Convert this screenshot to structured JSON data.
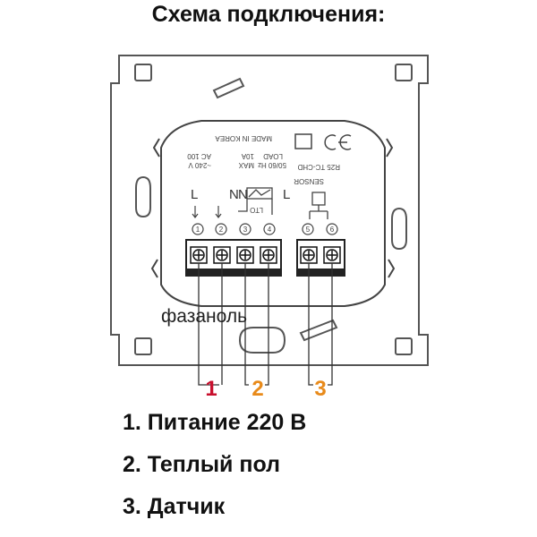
{
  "title": "Схема подключения:",
  "device_label_lines": [
    "MADE IN KOREA",
    "AC 100",
    "~240 V",
    "10A",
    "MAX",
    "LOAD",
    "50/60 Hz",
    "R25 TC-CHD",
    "SENSOR",
    "LTO"
  ],
  "terminal_letters": [
    "L",
    "N",
    "N",
    "L"
  ],
  "terminal_numbers": [
    "1",
    "2",
    "3",
    "4",
    "5",
    "6"
  ],
  "wire_labels": {
    "phase": "фаза",
    "neutral": "ноль"
  },
  "group_numbers": [
    {
      "label": "1",
      "color": "#c8102e"
    },
    {
      "label": "2",
      "color": "#e88a1a"
    },
    {
      "label": "3",
      "color": "#e88a1a"
    }
  ],
  "legend": [
    "1. Питание 220 В",
    "2. Теплый пол",
    "3. Датчик"
  ]
}
